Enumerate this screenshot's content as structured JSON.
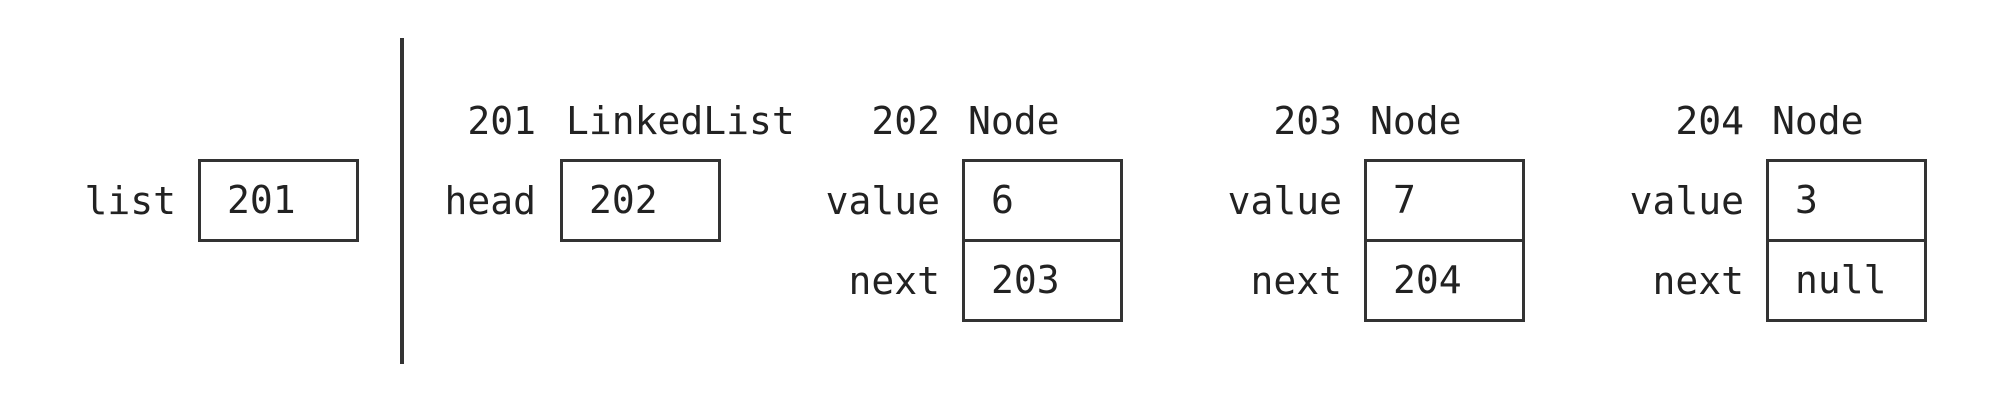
{
  "stack": {
    "var_name": "list",
    "value": "201"
  },
  "linked_list": {
    "address": "201",
    "type": "LinkedList",
    "field_name": "head",
    "field_value": "202"
  },
  "nodes": [
    {
      "address": "202",
      "type": "Node",
      "value_label": "value",
      "value": "6",
      "next_label": "next",
      "next": "203"
    },
    {
      "address": "203",
      "type": "Node",
      "value_label": "value",
      "value": "7",
      "next_label": "next",
      "next": "204"
    },
    {
      "address": "204",
      "type": "Node",
      "value_label": "value",
      "value": "3",
      "next_label": "next",
      "next": "null"
    }
  ]
}
